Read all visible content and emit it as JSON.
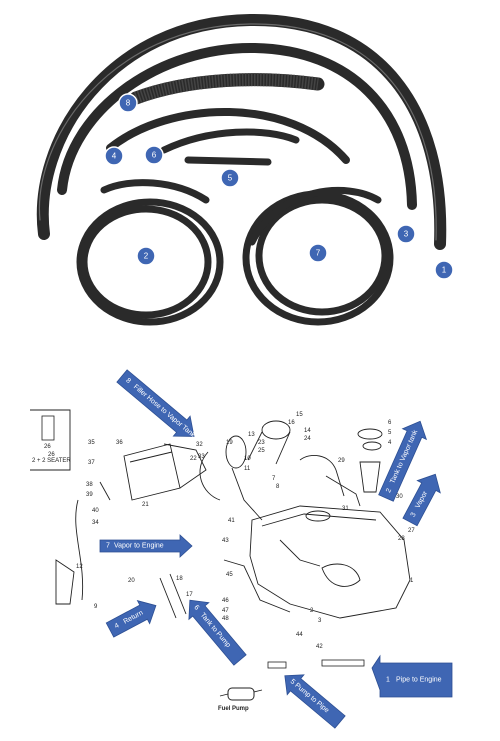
{
  "photo": {
    "callouts": [
      {
        "label": "1"
      },
      {
        "label": "2"
      },
      {
        "label": "3"
      },
      {
        "label": "4"
      },
      {
        "label": "5"
      },
      {
        "label": "6"
      },
      {
        "label": "7"
      },
      {
        "label": "8"
      }
    ]
  },
  "diagram": {
    "seater_label": "2 + 2 SEATER",
    "fuel_pump_label": "Fuel Pump",
    "arrows": [
      {
        "num": "8",
        "text": "Filler Hose to Vapor Tank"
      },
      {
        "num": "2",
        "text": "Tank to Vapor tank"
      },
      {
        "num": "3",
        "text": "Vapor"
      },
      {
        "num": "7",
        "text": "Vapor to Engine"
      },
      {
        "num": "4",
        "text": "Return"
      },
      {
        "num": "6",
        "text": "Tank to Pump"
      },
      {
        "num": "5",
        "text": "Pump to Pipe"
      },
      {
        "num": "1",
        "text": "Pipe to Engine"
      }
    ],
    "part_numbers": [
      "13",
      "14",
      "15",
      "16",
      "19",
      "23",
      "24",
      "32",
      "35",
      "36",
      "37",
      "38",
      "39",
      "40",
      "9",
      "10",
      "11",
      "12",
      "17",
      "18",
      "20",
      "21",
      "22",
      "25",
      "26",
      "27",
      "28",
      "29",
      "30",
      "31",
      "33",
      "34",
      "41",
      "42",
      "43",
      "44",
      "45",
      "46",
      "47",
      "48",
      "6",
      "5",
      "4",
      "2",
      "1",
      "3",
      "8",
      "7"
    ]
  }
}
